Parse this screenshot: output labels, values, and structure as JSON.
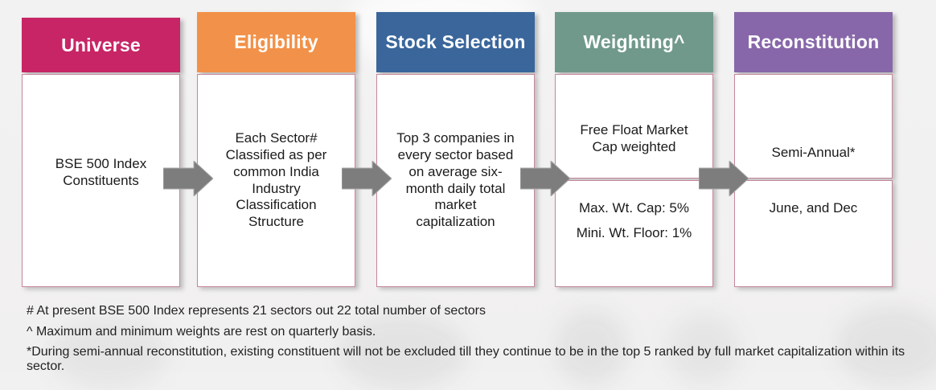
{
  "flow": {
    "columns": [
      {
        "title": "Universe",
        "header_color": "#C72566",
        "body_text": "BSE 500 Index Constituents"
      },
      {
        "title": "Eligibility",
        "header_color": "#F29149",
        "body_text": "Each Sector# Classified as per common India Industry Classification Structure"
      },
      {
        "title": "Stock Selection",
        "header_color": "#3A669B",
        "body_text": "Top 3 companies in every sector based on average six-month daily total market capitalization"
      },
      {
        "title": "Weighting^",
        "header_color": "#70998B",
        "top_text": "Free Float Market Cap weighted",
        "bottom_text_1": "Max. Wt. Cap: 5%",
        "bottom_text_2": "Mini. Wt. Floor: 1%"
      },
      {
        "title": "Reconstitution",
        "header_color": "#8767A9",
        "top_text": "Semi-Annual*",
        "bottom_text": "June, and Dec"
      }
    ],
    "arrow_color": "#7D7D7D",
    "arrow_outline_color": "#ABABAB"
  },
  "footnotes": [
    "# At present BSE 500 Index represents 21 sectors out 22 total number of sectors",
    "^ Maximum and minimum weights are rest on quarterly basis.",
    "*During semi-annual reconstitution, existing constituent will not be excluded till they continue to be in the top 5 ranked by full market capitalization within its sector."
  ]
}
